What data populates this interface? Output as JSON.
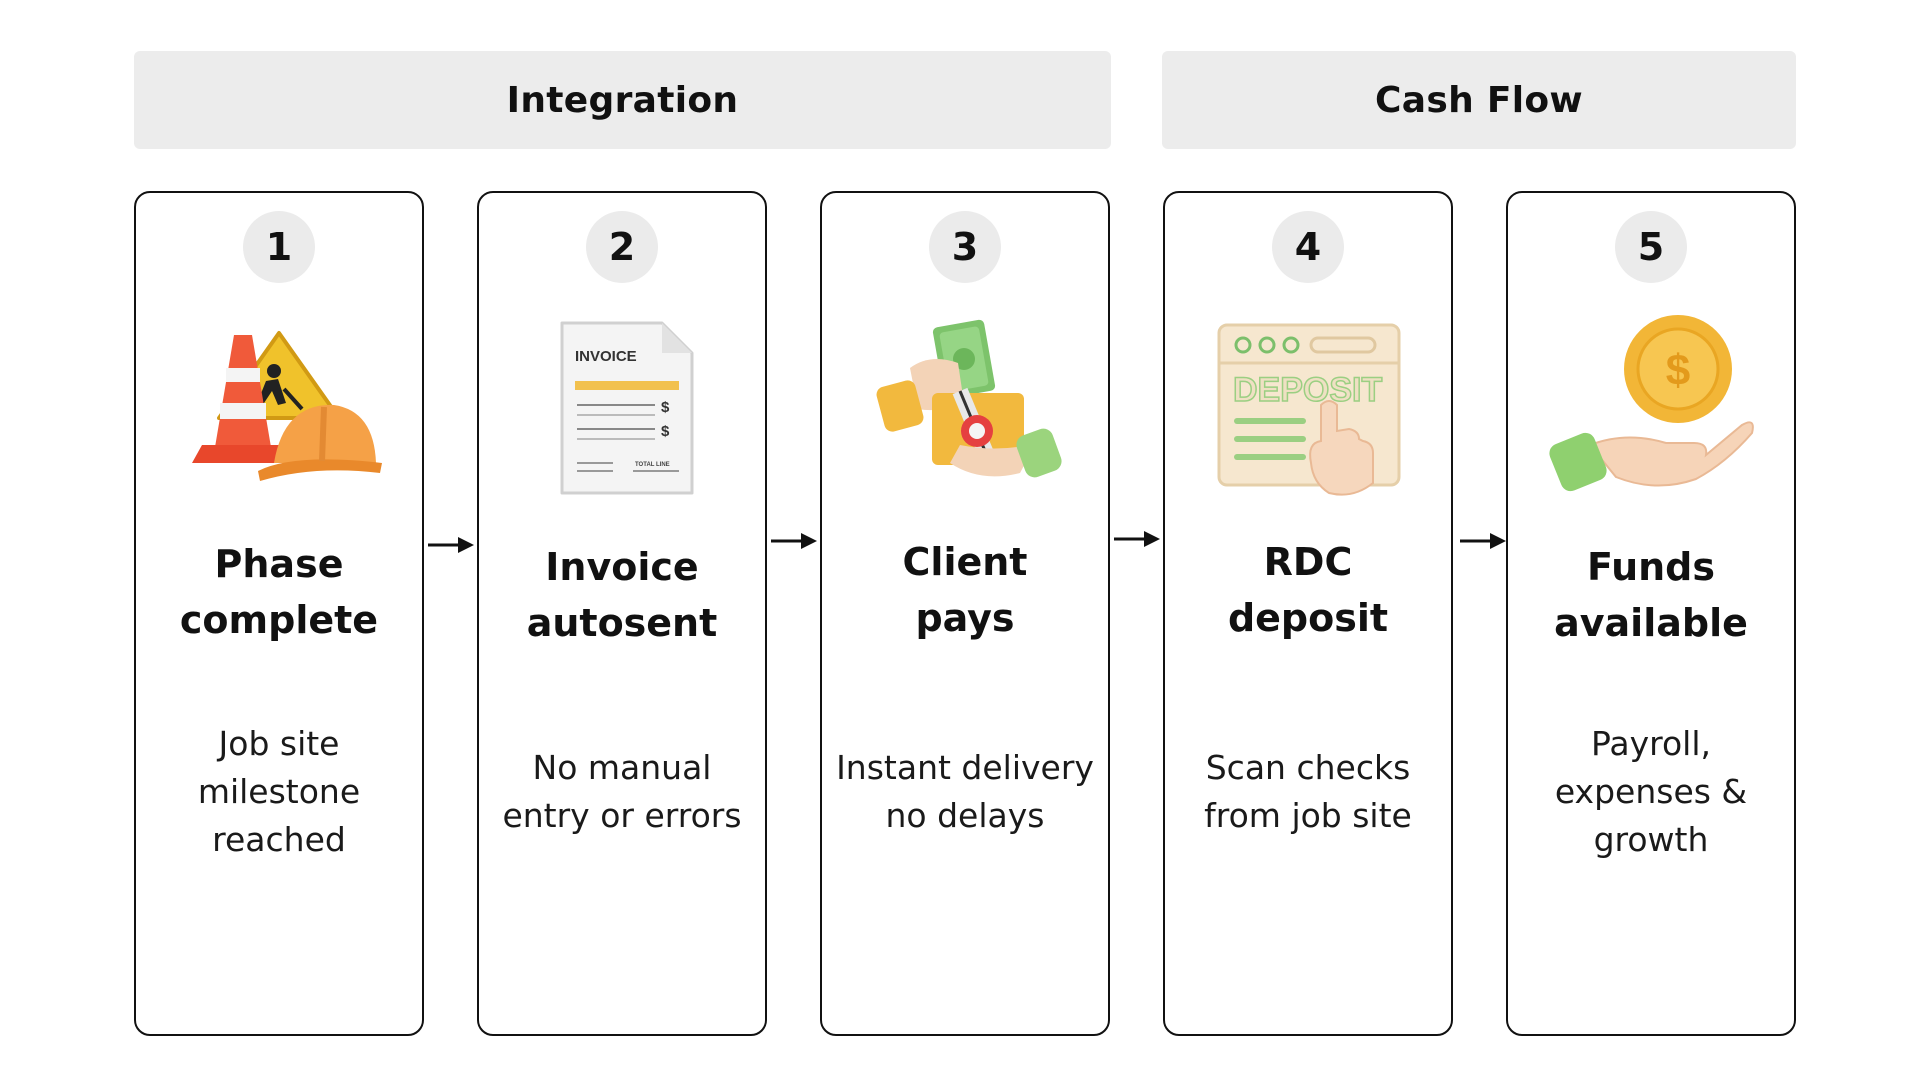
{
  "groups": {
    "integration": "Integration",
    "cash_flow": "Cash Flow"
  },
  "steps": [
    {
      "number": "1",
      "title_line1": "Phase",
      "title_line2": "complete",
      "desc_lines": [
        "Job site",
        "milestone",
        "reached"
      ],
      "icon": "construction-cone-sign-hardhat-icon"
    },
    {
      "number": "2",
      "title_line1": "Invoice",
      "title_line2": "autosent",
      "desc_lines": [
        "No manual",
        "entry or errors"
      ],
      "icon": "invoice-document-icon",
      "invoice_heading": "INVOICE",
      "invoice_total": "TOTAL LINE",
      "invoice_symbol": "$"
    },
    {
      "number": "3",
      "title_line1": "Client",
      "title_line2": "pays",
      "desc_lines": [
        "Instant delivery",
        "no delays"
      ],
      "icon": "hands-exchanging-money-icon"
    },
    {
      "number": "4",
      "title_line1": "RDC",
      "title_line2": "deposit",
      "desc_lines": [
        "Scan checks",
        "from job site"
      ],
      "icon": "deposit-screen-hand-icon",
      "screen_label": "DEPOSIT"
    },
    {
      "number": "5",
      "title_line1": "Funds",
      "title_line2": "available",
      "desc_lines": [
        "Payroll,",
        "expenses &",
        "growth"
      ],
      "icon": "hand-holding-coin-icon",
      "coin_symbol": "$"
    }
  ],
  "colors": {
    "header_bg": "#ececec",
    "badge_bg": "#ebebeb",
    "border": "#111111"
  }
}
